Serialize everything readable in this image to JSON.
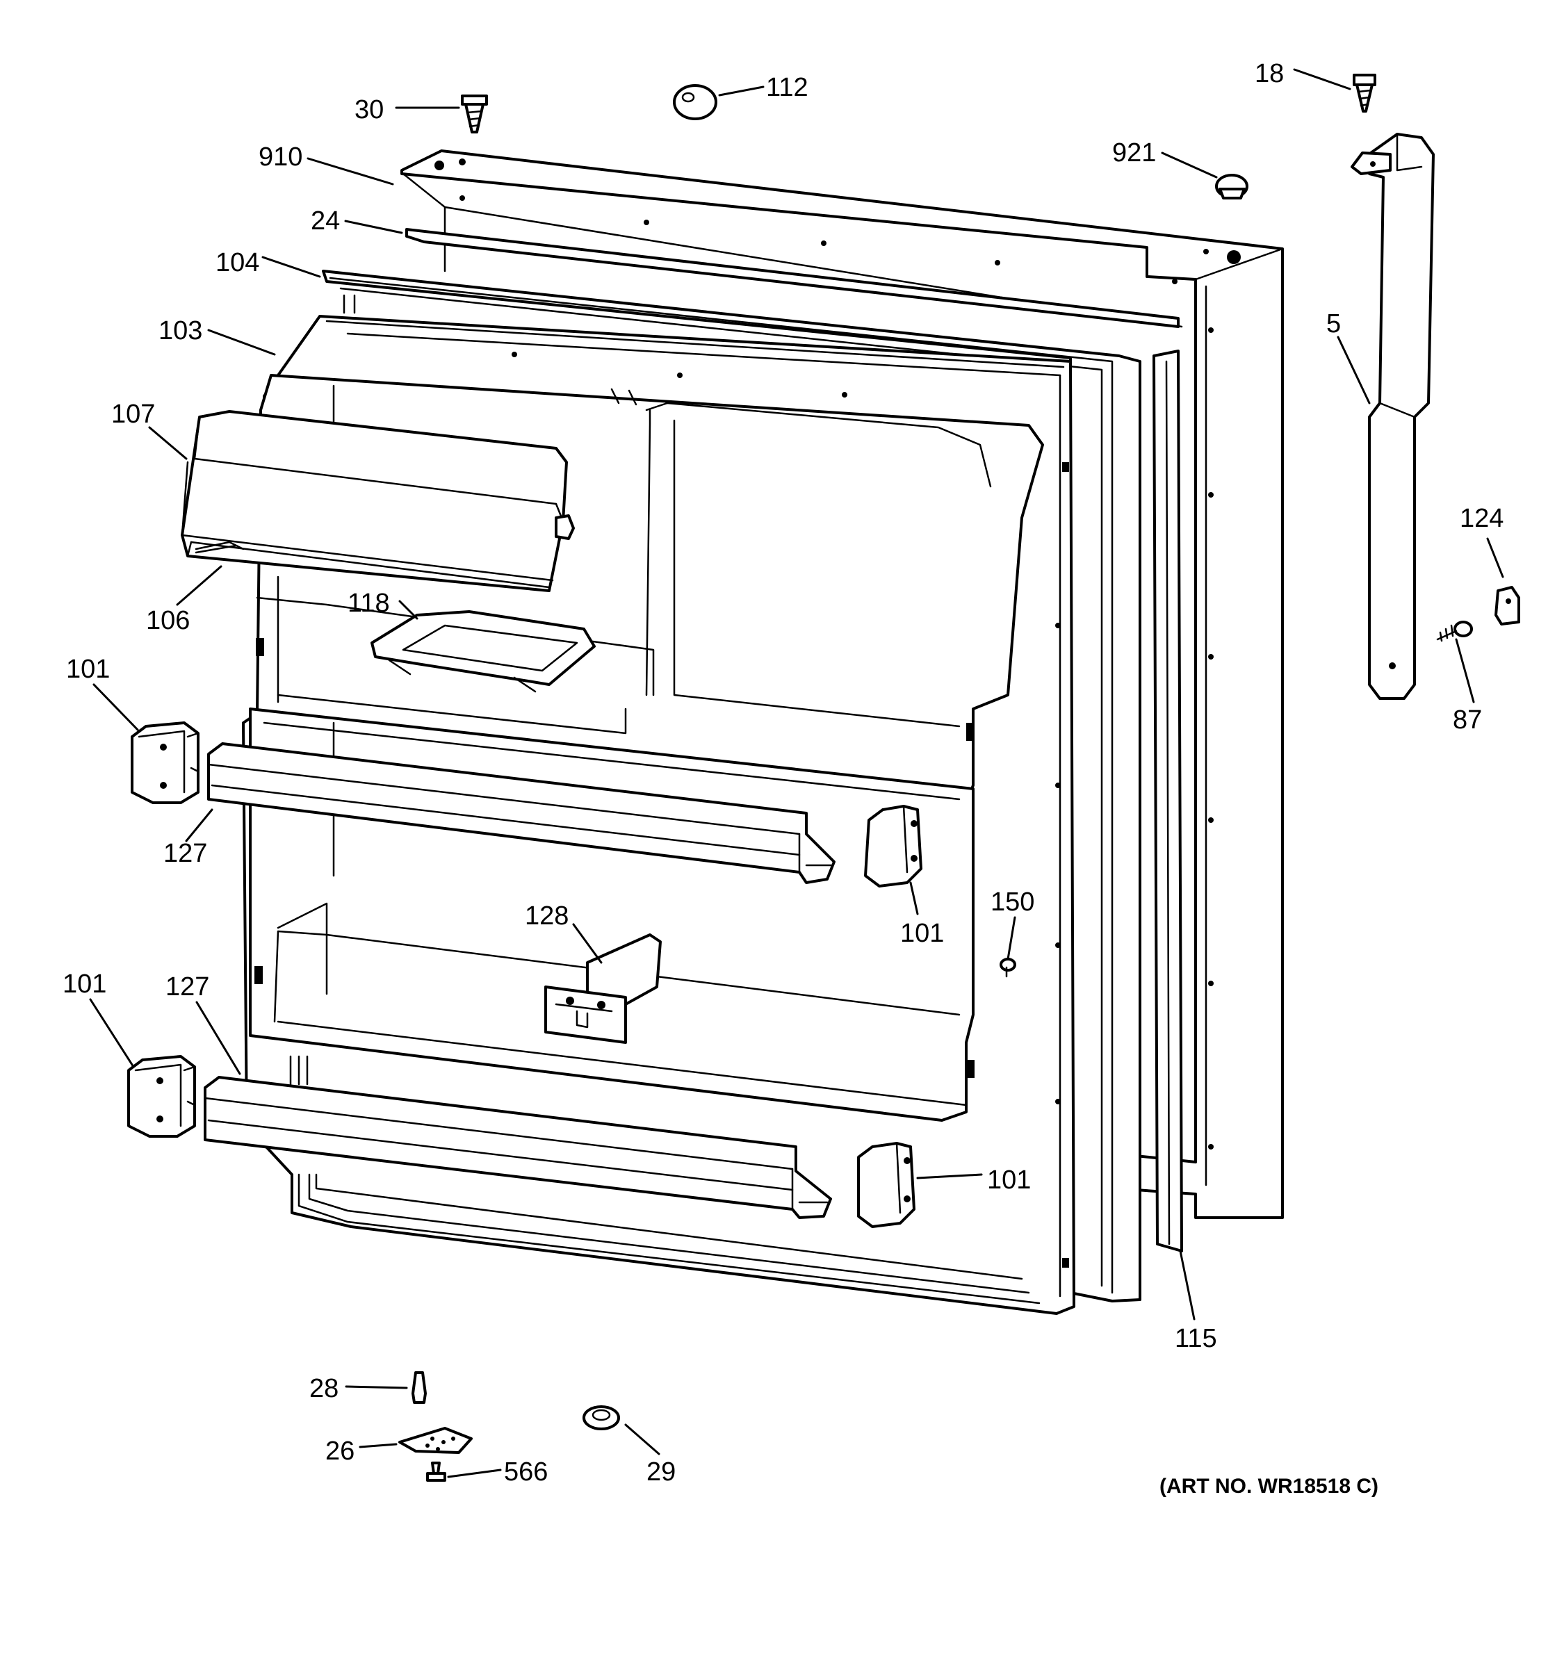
{
  "art_number": "(ART NO. WR18518 C)",
  "callouts": {
    "c30": "30",
    "c112": "112",
    "c18": "18",
    "c910": "910",
    "c921": "921",
    "c24": "24",
    "c104": "104",
    "c103": "103",
    "c5": "5",
    "c107": "107",
    "c106": "106",
    "c118": "118",
    "c124": "124",
    "c87": "87",
    "c101a": "101",
    "c127a": "127",
    "c101b": "101",
    "c128": "128",
    "c150": "150",
    "c101c": "101",
    "c127b": "127",
    "c101d": "101",
    "c115": "115",
    "c28": "28",
    "c26": "26",
    "c566": "566",
    "c29": "29"
  }
}
